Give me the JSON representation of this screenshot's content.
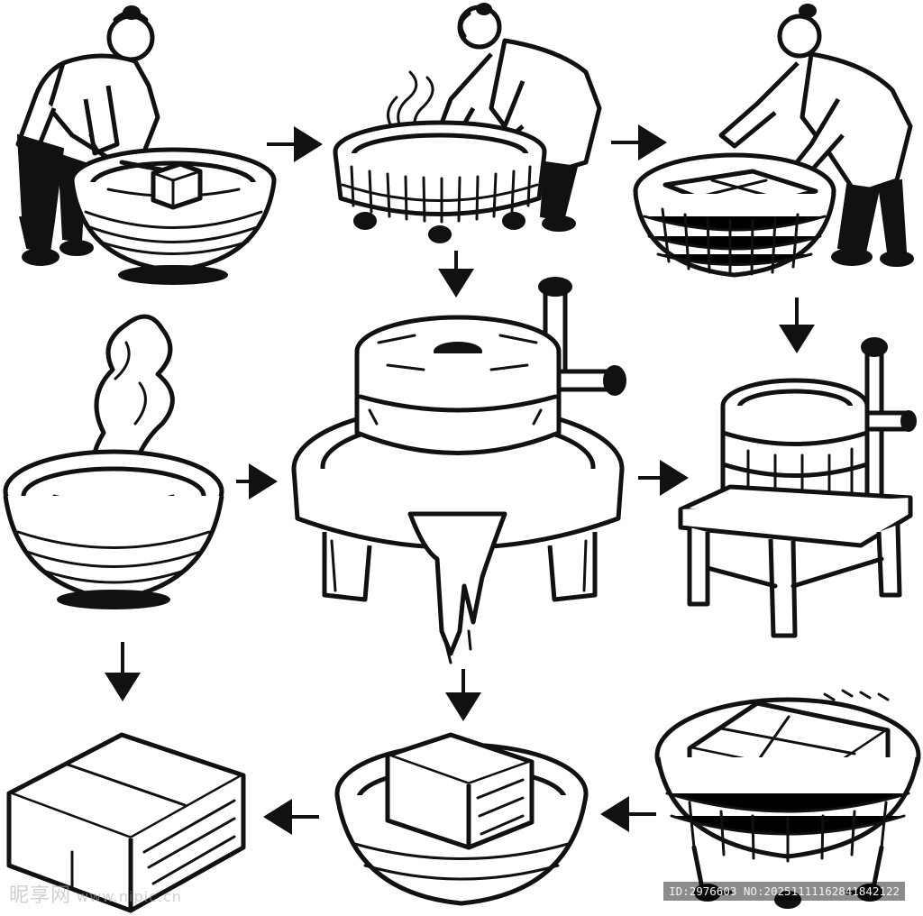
{
  "watermark": {
    "brand": "昵享网",
    "url": "www.nipic.cn",
    "id_text": "ID:2976603 NO:20251111162841842122"
  },
  "colors": {
    "ink": "#111111",
    "paper": "#ffffff",
    "watermark_text": "#aaaaaa",
    "watermark_badge": "#000000"
  },
  "diagram": {
    "steps": [
      {
        "id": "step-soak-beans",
        "icon": "worker-basin-icon"
      },
      {
        "id": "step-wash-beans",
        "icon": "worker-basket-steam-icon"
      },
      {
        "id": "step-drain-beans",
        "icon": "worker-basket-icon"
      },
      {
        "id": "step-boil-milk",
        "icon": "steaming-bowl-icon"
      },
      {
        "id": "step-grind-beans",
        "icon": "stone-mill-icon"
      },
      {
        "id": "step-press-barrel",
        "icon": "press-barrel-icon"
      },
      {
        "id": "step-tofu-blocks",
        "icon": "tofu-blocks-icon"
      },
      {
        "id": "step-tofu-bowl",
        "icon": "tofu-bowl-icon"
      },
      {
        "id": "step-tofu-basket",
        "icon": "tofu-basket-icon"
      }
    ],
    "arrows": [
      {
        "from": "step-soak-beans",
        "to": "step-wash-beans"
      },
      {
        "from": "step-wash-beans",
        "to": "step-drain-beans"
      },
      {
        "from": "step-wash-beans",
        "to": "step-grind-beans"
      },
      {
        "from": "step-drain-beans",
        "to": "step-press-barrel"
      },
      {
        "from": "step-boil-milk",
        "to": "step-grind-beans"
      },
      {
        "from": "step-grind-beans",
        "to": "step-press-barrel"
      },
      {
        "from": "step-boil-milk",
        "to": "step-tofu-blocks"
      },
      {
        "from": "step-grind-beans",
        "to": "step-tofu-bowl"
      },
      {
        "from": "step-tofu-bowl",
        "to": "step-tofu-blocks"
      },
      {
        "from": "step-tofu-basket",
        "to": "step-tofu-bowl"
      }
    ]
  }
}
